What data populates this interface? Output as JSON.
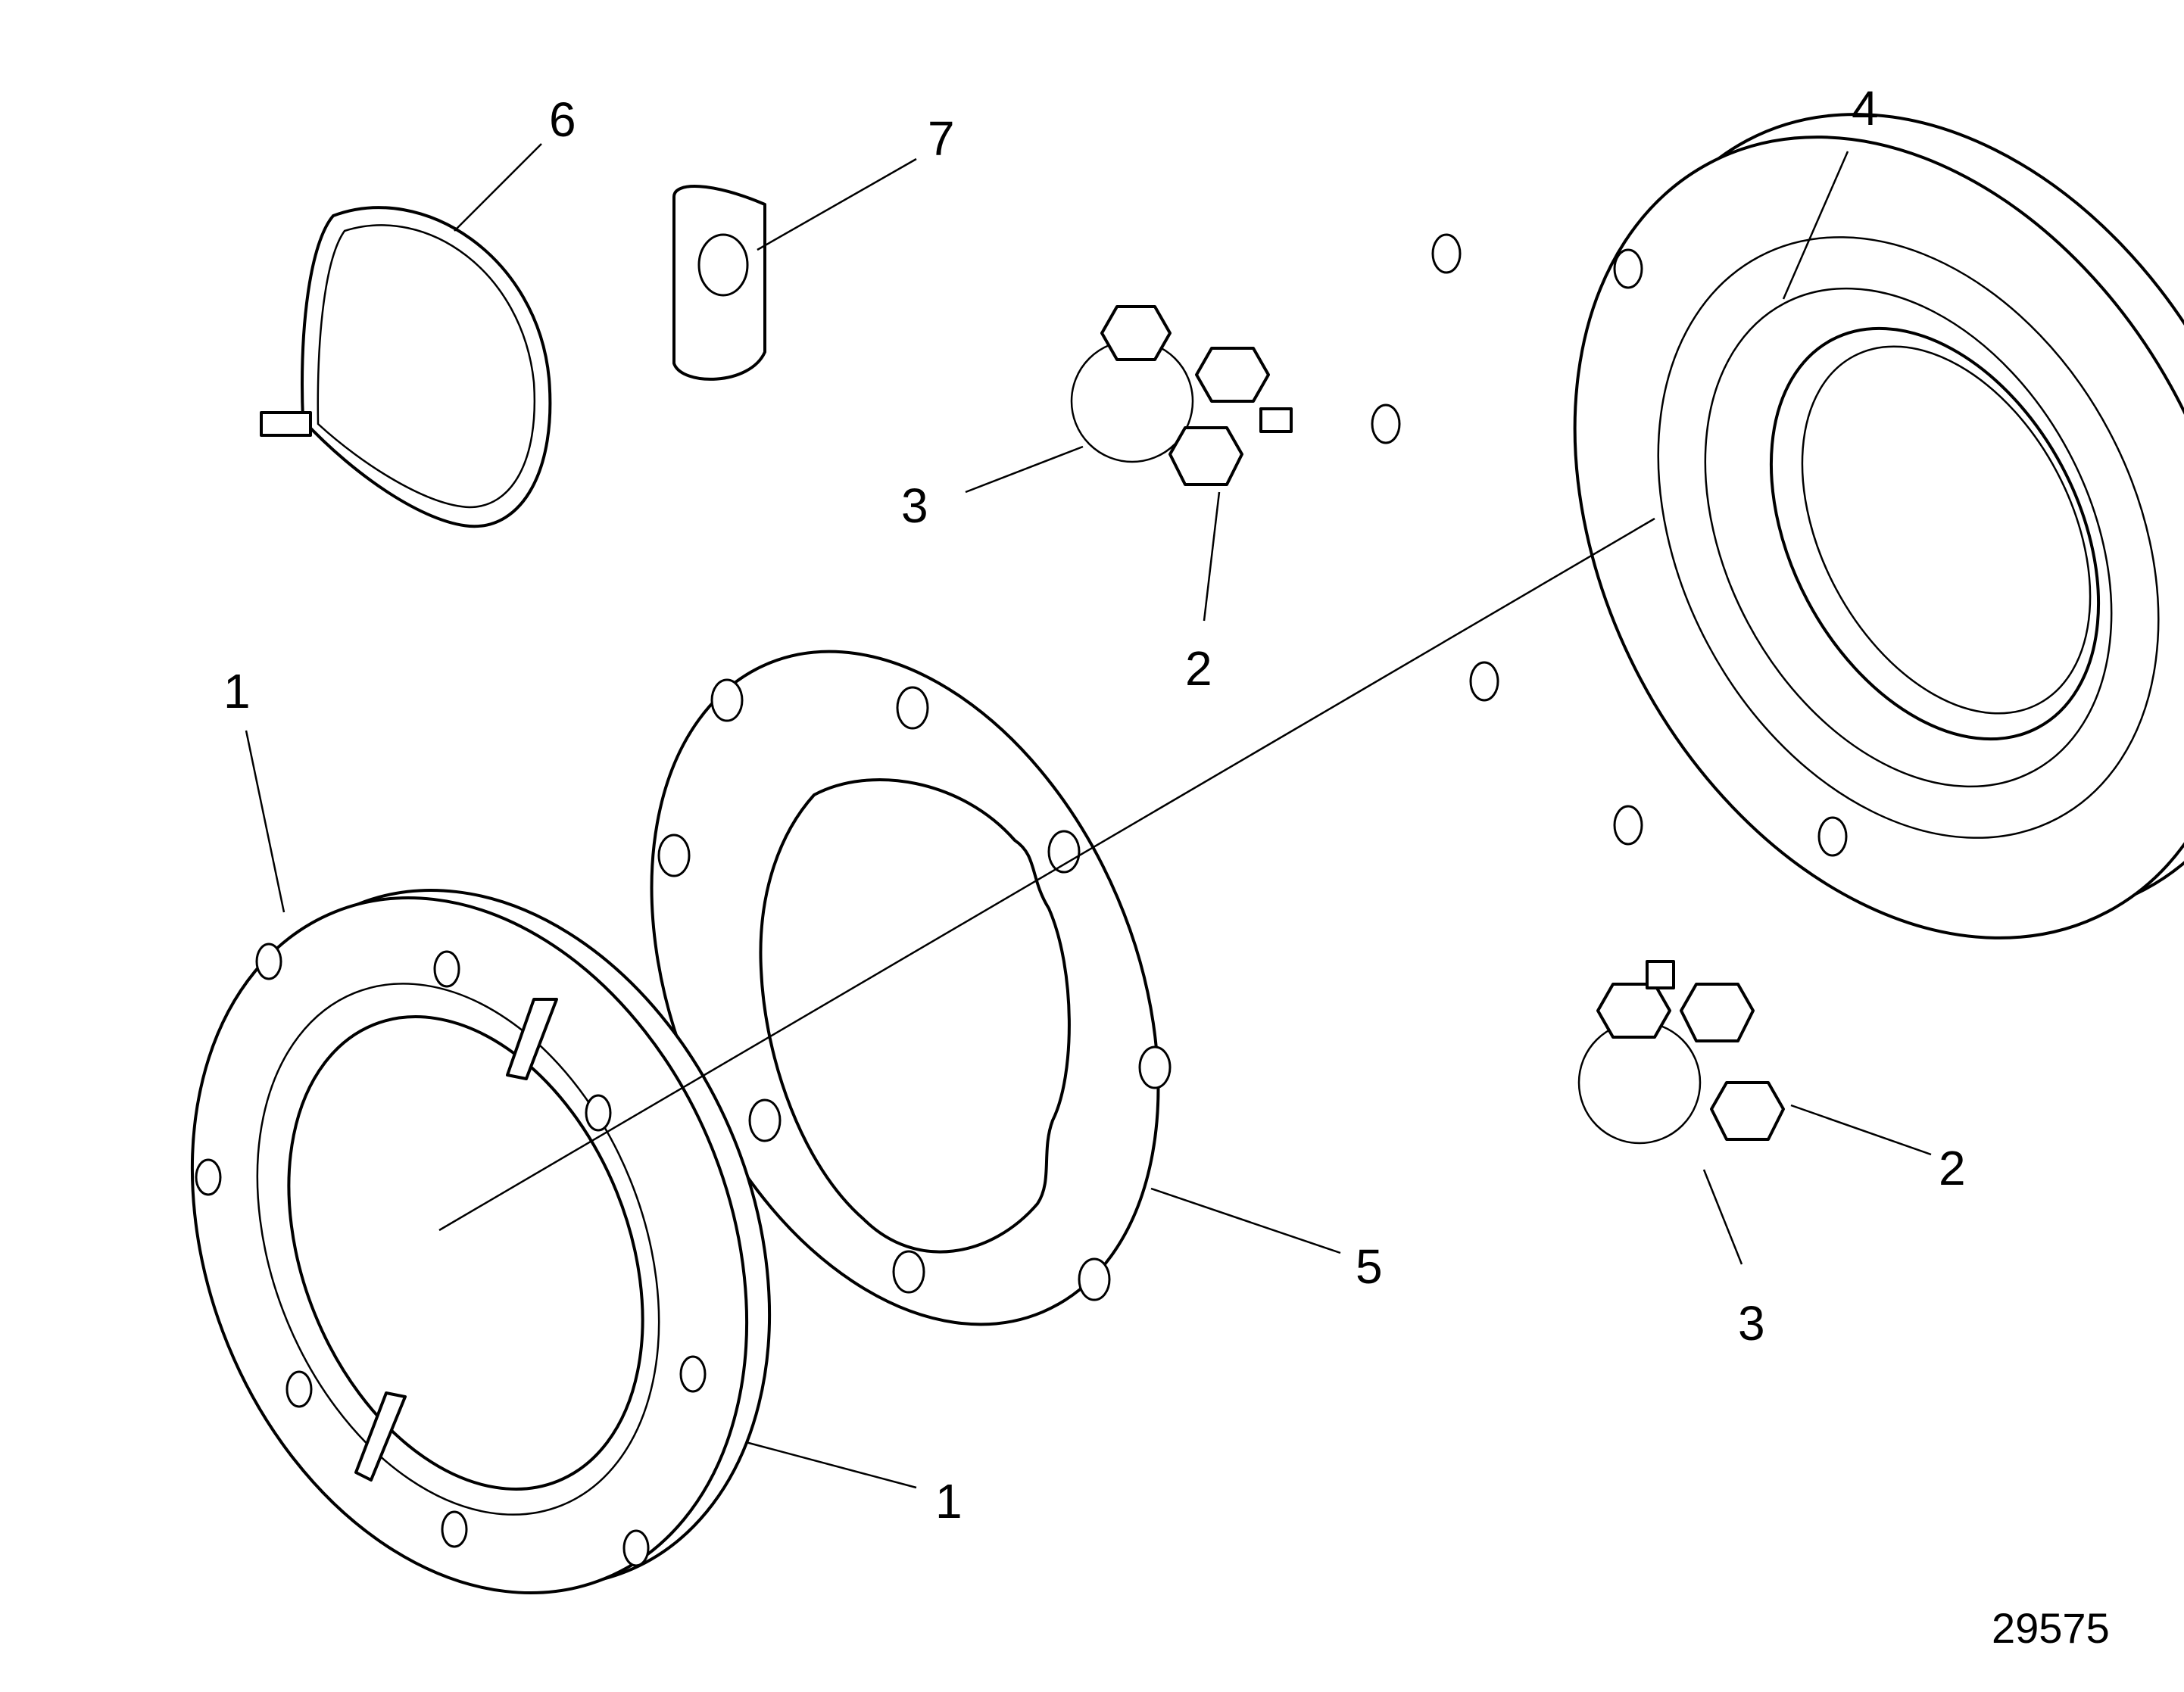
{
  "callouts": {
    "c1_top": "1",
    "c1_bottom": "1",
    "c2_top": "2",
    "c2_right": "2",
    "c3_top": "3",
    "c3_bottom": "3",
    "c4": "4",
    "c5": "5",
    "c6": "6",
    "c7": "7"
  },
  "figure_number": "29575",
  "colors": {
    "line": "#000000",
    "background": "#ffffff"
  }
}
